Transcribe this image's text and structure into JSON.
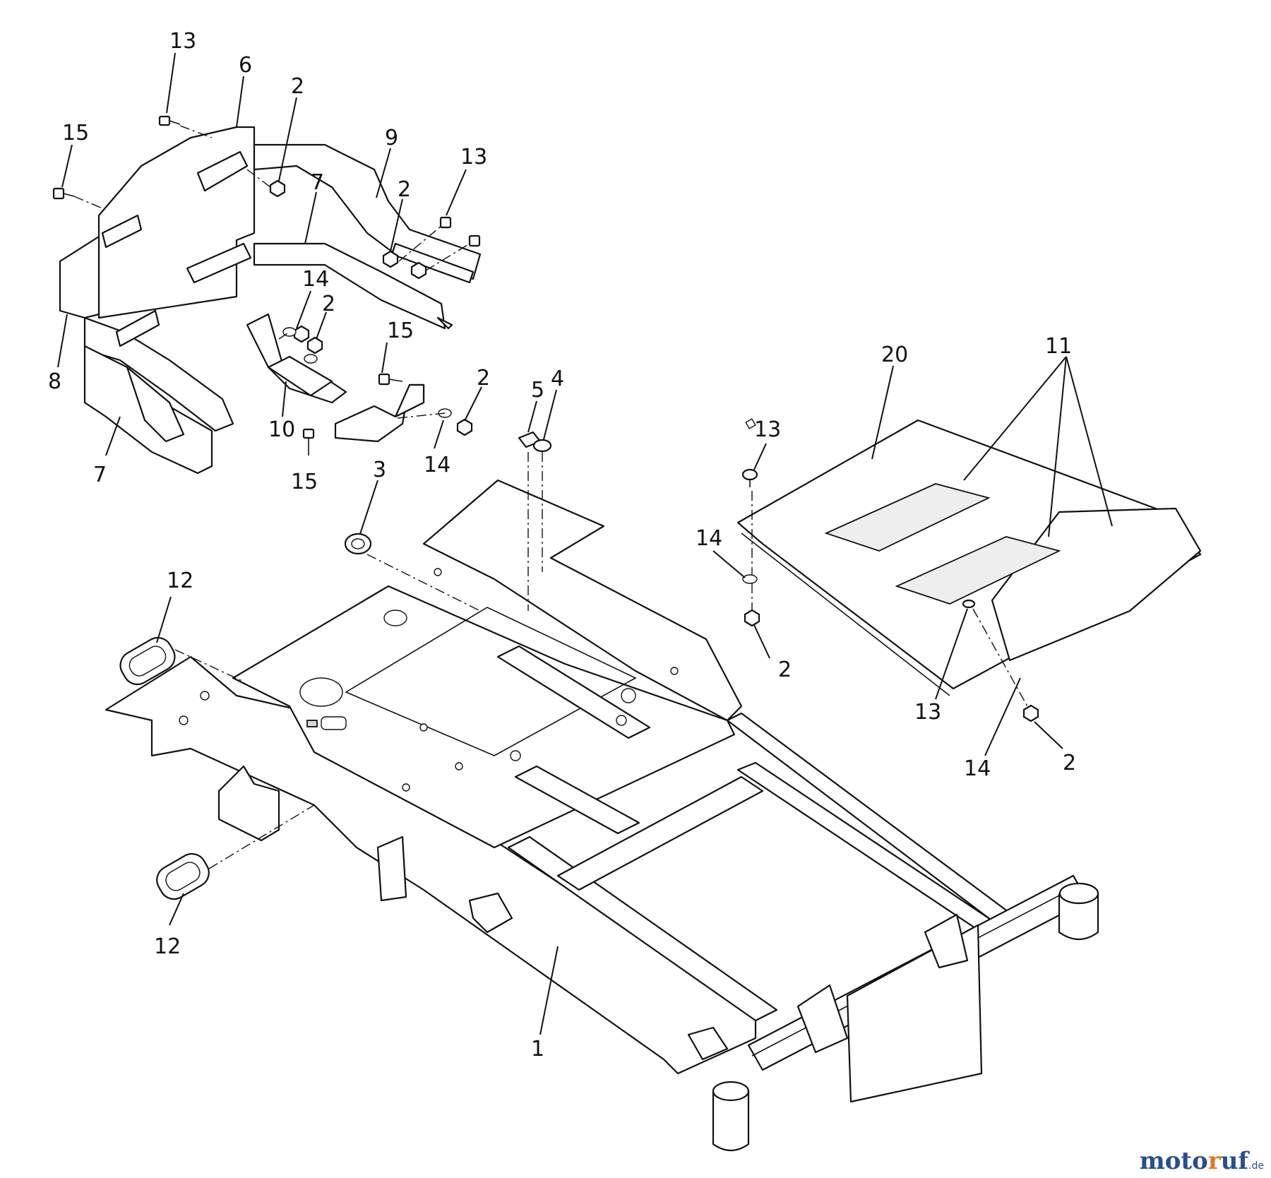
{
  "callouts": [
    {
      "text": "13"
    },
    {
      "text": "6"
    },
    {
      "text": "2"
    },
    {
      "text": "15"
    },
    {
      "text": "9"
    },
    {
      "text": "13"
    },
    {
      "text": "7"
    },
    {
      "text": "2"
    },
    {
      "text": "14"
    },
    {
      "text": "2"
    },
    {
      "text": "8"
    },
    {
      "text": "15"
    },
    {
      "text": "2"
    },
    {
      "text": "10"
    },
    {
      "text": "7"
    },
    {
      "text": "14"
    },
    {
      "text": "15"
    },
    {
      "text": "5"
    },
    {
      "text": "4"
    },
    {
      "text": "3"
    },
    {
      "text": "20"
    },
    {
      "text": "11"
    },
    {
      "text": "13"
    },
    {
      "text": "14"
    },
    {
      "text": "2"
    },
    {
      "text": "12"
    },
    {
      "text": "13"
    },
    {
      "text": "14"
    },
    {
      "text": "2"
    },
    {
      "text": "12"
    },
    {
      "text": "1"
    }
  ],
  "watermark": {
    "main": "moto",
    "accent": "r",
    "rest": "uf",
    "tld": ".de"
  }
}
